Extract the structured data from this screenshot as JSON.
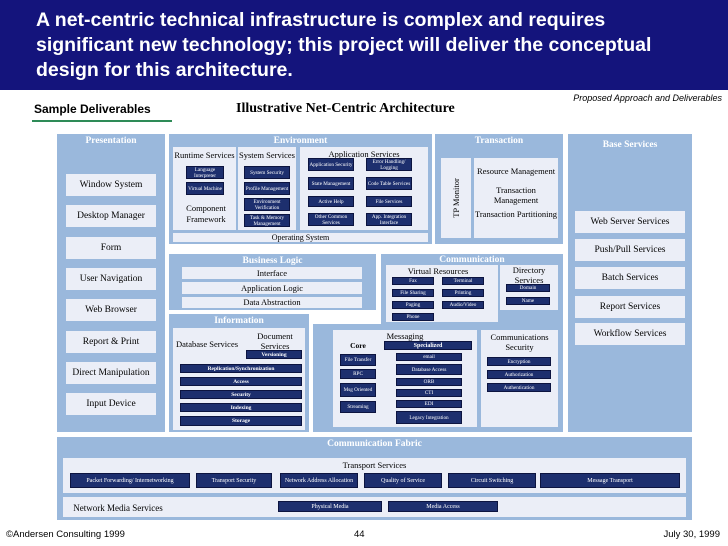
{
  "slide": {
    "title": "A net-centric technical infrastructure is complex and requires significant new technology; this project will deliver the conceptual design for this architecture.",
    "tagline": "Proposed Approach and Deliverables",
    "deliverables_label": "Sample Deliverables",
    "subtitle": "Illustrative Net-Centric Architecture"
  },
  "presentation": {
    "title": "Presentation",
    "items": [
      "Window System",
      "Desktop Manager",
      "Form",
      "User Navigation",
      "Web Browser",
      "Report & Print",
      "Direct Manipulation",
      "Input  Device"
    ]
  },
  "environment": {
    "title": "Environment",
    "runtime_label": "Runtime Services",
    "system_label": "System Services",
    "app_label": "Application  Services",
    "language_interpreter": "Language Interpreter",
    "virtual_machine": "Virtual Machine",
    "system_security": "System Security",
    "profile_management": "Profile Management",
    "environment_verification": "Environment Verification",
    "task_memory_management": "Task & Memory Management",
    "application_security": "Application Security",
    "error_handling_logging": "Error Handling/ Logging",
    "state_management": "State Management",
    "code_table_services": "Code Table Services",
    "active_help": "Active Help",
    "file_services": "File Services",
    "other_common_services": "Other Common Services",
    "app_integration_interface": "App. Integration Interface",
    "component_framework": "Component Framework",
    "operating_system": "Operating  System"
  },
  "transaction": {
    "title": "Transaction",
    "tp_monitor": "TP Monitor",
    "resource_management": "Resource Management",
    "transaction_management": "Transaction Management",
    "transaction_partitioning": "Transaction Partitioning"
  },
  "base_services": {
    "title": "Base Services",
    "items": [
      "Web Server Services",
      "Push/Pull Services",
      "Batch Services",
      "Report Services",
      "Workflow Services"
    ]
  },
  "business_logic": {
    "title": "Business Logic",
    "items": [
      "Interface",
      "Application Logic",
      "Data Abstraction"
    ]
  },
  "information": {
    "title": "Information",
    "database_services": "Database Services",
    "document_services": "Document Services",
    "versioning": "Versioning",
    "bars": [
      "Replication/Synchronization",
      "Access",
      "Security",
      "Indexing",
      "Storage"
    ]
  },
  "communication": {
    "title": "Communication",
    "virtual_resources": "Virtual Resources",
    "fax": "Fax",
    "terminal": "Terminal",
    "file_sharing": "File Sharing",
    "printing": "Printing",
    "paging": "Paging",
    "audio_video": "Audio/Video",
    "phone": "Phone",
    "directory_services": "Directory Services",
    "domain": "Domain",
    "name": "Name",
    "messaging": "Messaging",
    "core": "Core",
    "specialized": "Specialized",
    "file_transfer": "File Transfer",
    "rpc": "RPC",
    "msg_oriented": "Msg Oriented",
    "streaming": "Streaming",
    "email": "email",
    "database_access": "Database Access",
    "orb": "ORB",
    "cti": "CTI",
    "edi": "EDI",
    "legacy_integration": "Legacy Integration",
    "comm_security": "Communications Security",
    "encryption": "Encryption",
    "authorization": "Authorization",
    "authentication": "Authentication"
  },
  "fabric": {
    "title": "Communication  Fabric",
    "transport_services": "Transport Services",
    "transport_items": [
      "Packet Forwarding/ Internetworking",
      "Transport Security",
      "Network Address Allocation",
      "Quality of Service",
      "Circuit Switching",
      "Message Transport"
    ],
    "network_media": "Network Media Services",
    "physical_media": "Physical Media",
    "media_access": "Media Access"
  },
  "footer": {
    "copyright": "©Andersen Consulting 1999",
    "page": "44",
    "date": "July 30, 1999"
  },
  "colors": {
    "banner": "#14147c",
    "panel": "#9ab8dc",
    "light_box": "#ebeef7",
    "dark_box": "#1d2f6e",
    "accent_line": "#2e8b57"
  }
}
